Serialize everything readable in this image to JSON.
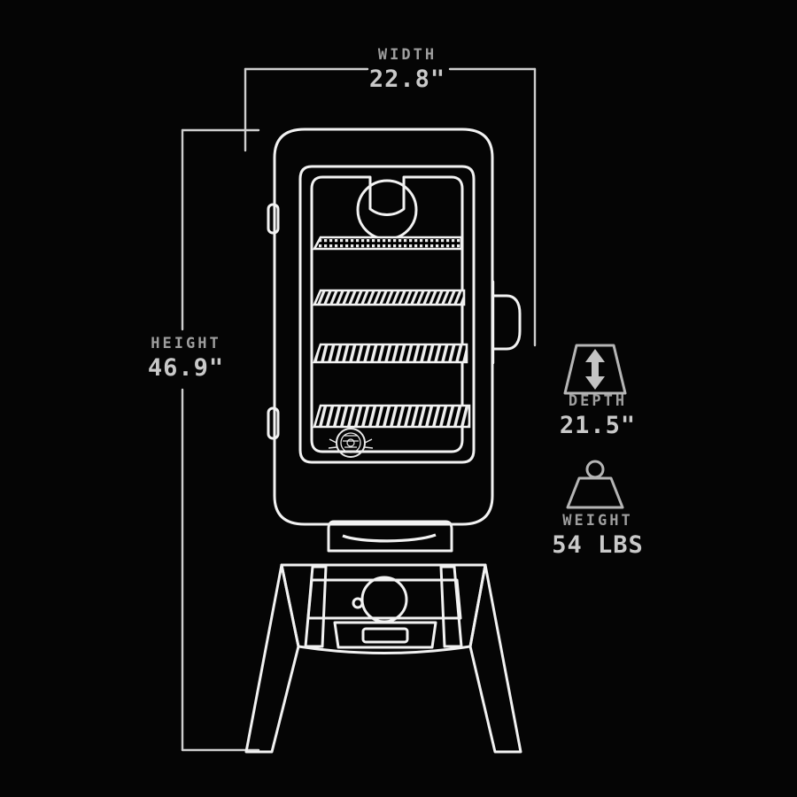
{
  "diagram": {
    "title": "Electric Smoker Dimensions Diagram",
    "background_color": "#050505",
    "line_color": "#f2f2f2",
    "text_color": "#a8a8a8",
    "units": "inches"
  },
  "dimensions": {
    "width": {
      "caption": "WIDTH",
      "value": "22.8\"",
      "number": 22.8,
      "unit": "in"
    },
    "height": {
      "caption": "HEIGHT",
      "value": "46.9\"",
      "number": 46.9,
      "unit": "in"
    },
    "depth": {
      "caption": "DEPTH",
      "value": "21.5\"",
      "number": 21.5,
      "unit": "in",
      "icon": "depth-trapezoid-arrow-icon"
    },
    "weight": {
      "caption": "WEIGHT",
      "value": "54 LBS",
      "number": 54,
      "unit": "lbs",
      "icon": "weight-block-icon"
    }
  },
  "product": {
    "type": "vertical electric smoker",
    "parts": [
      {
        "name": "cabinet-body",
        "label": "Cabinet body"
      },
      {
        "name": "door-window",
        "label": "Glass door window"
      },
      {
        "name": "thermometer-gauge",
        "label": "Round thermometer gauge"
      },
      {
        "name": "cooking-grate",
        "label": "Cooking grate",
        "count": 4
      },
      {
        "name": "door-handle",
        "label": "Door handle"
      },
      {
        "name": "door-hinge",
        "label": "Door hinge",
        "count": 2
      },
      {
        "name": "brand-badge",
        "label": "Brand badge"
      },
      {
        "name": "chip-drawer",
        "label": "Wood chip drawer"
      },
      {
        "name": "control-panel",
        "label": "Control panel"
      },
      {
        "name": "control-knob",
        "label": "Temperature control knob"
      },
      {
        "name": "indicator-light",
        "label": "Power indicator light"
      },
      {
        "name": "lower-access-door",
        "label": "Lower access door"
      },
      {
        "name": "leg",
        "label": "Support leg",
        "count": 4
      }
    ]
  }
}
